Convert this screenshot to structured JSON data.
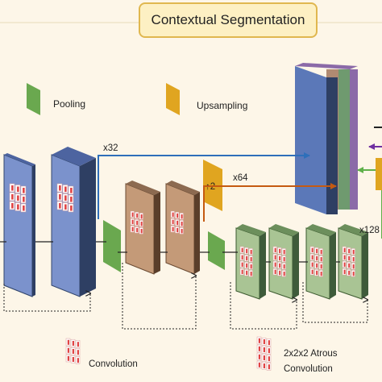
{
  "title": "Contextual Segmentation",
  "legend": {
    "pooling": "Pooling",
    "upsampling": "Upsampling",
    "convolution": "Convolution",
    "atrous_line1": "2x2x2 Atrous",
    "atrous_line2": "Convolution"
  },
  "labels": {
    "x32": "x32",
    "x64": "x64",
    "x128": "x128",
    "up2": "↑2"
  },
  "colors": {
    "background": "#fdf6e8",
    "title_fill": "#fdf0c3",
    "title_border": "#e0b74f",
    "blue_block": "#7b92cc",
    "brown_block": "#c49a78",
    "green_block": "#a9c494",
    "pooling": "#6aa84f",
    "upsampling": "#e0a520",
    "arrow_blue": "#2e6fba",
    "arrow_orange": "#c55a11",
    "arrow_green": "#5fb04a",
    "arrow_purple": "#7030a0",
    "kernel_red": "#e04040"
  }
}
